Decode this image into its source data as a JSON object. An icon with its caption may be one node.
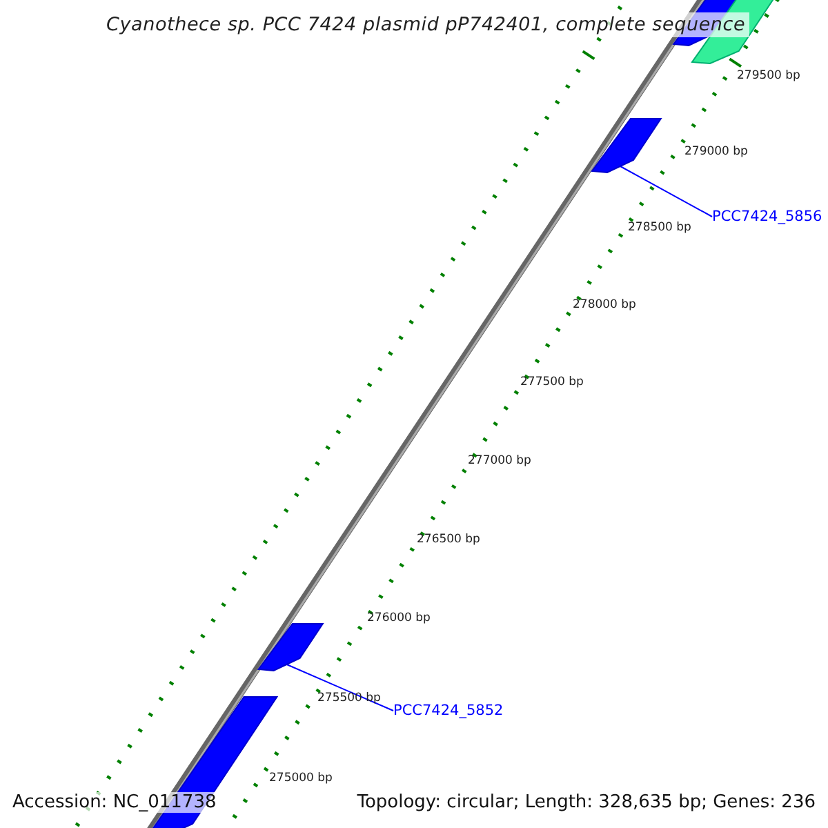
{
  "diagram": {
    "title": "Cyanothece sp. PCC 7424 plasmid pP742401, complete sequence",
    "nodes": [
      {
        "text": [
          "PCC7424_5856"
        ]
      },
      {
        "text": [],
        "shape": "bar"
      },
      {
        "text": [
          "PCC7424_5852"
        ]
      },
      {
        "text": [],
        "shape": "bar"
      }
    ],
    "edges": [
      {
        "from": 0,
        "to": 1,
        "arrow": "none"
      },
      {
        "from": 2,
        "to": 3,
        "arrow": "none"
      }
    ],
    "labels": [
      "279500 bp",
      "279000 bp",
      "278500 bp",
      "278000 bp",
      "277500 bp",
      "277000 bp",
      "276500 bp",
      "276000 bp",
      "275500 bp",
      "275000 bp",
      "Accession: NC_011738",
      "Topology: circular; Length: 328,635 bp; Genes: 236"
    ]
  }
}
